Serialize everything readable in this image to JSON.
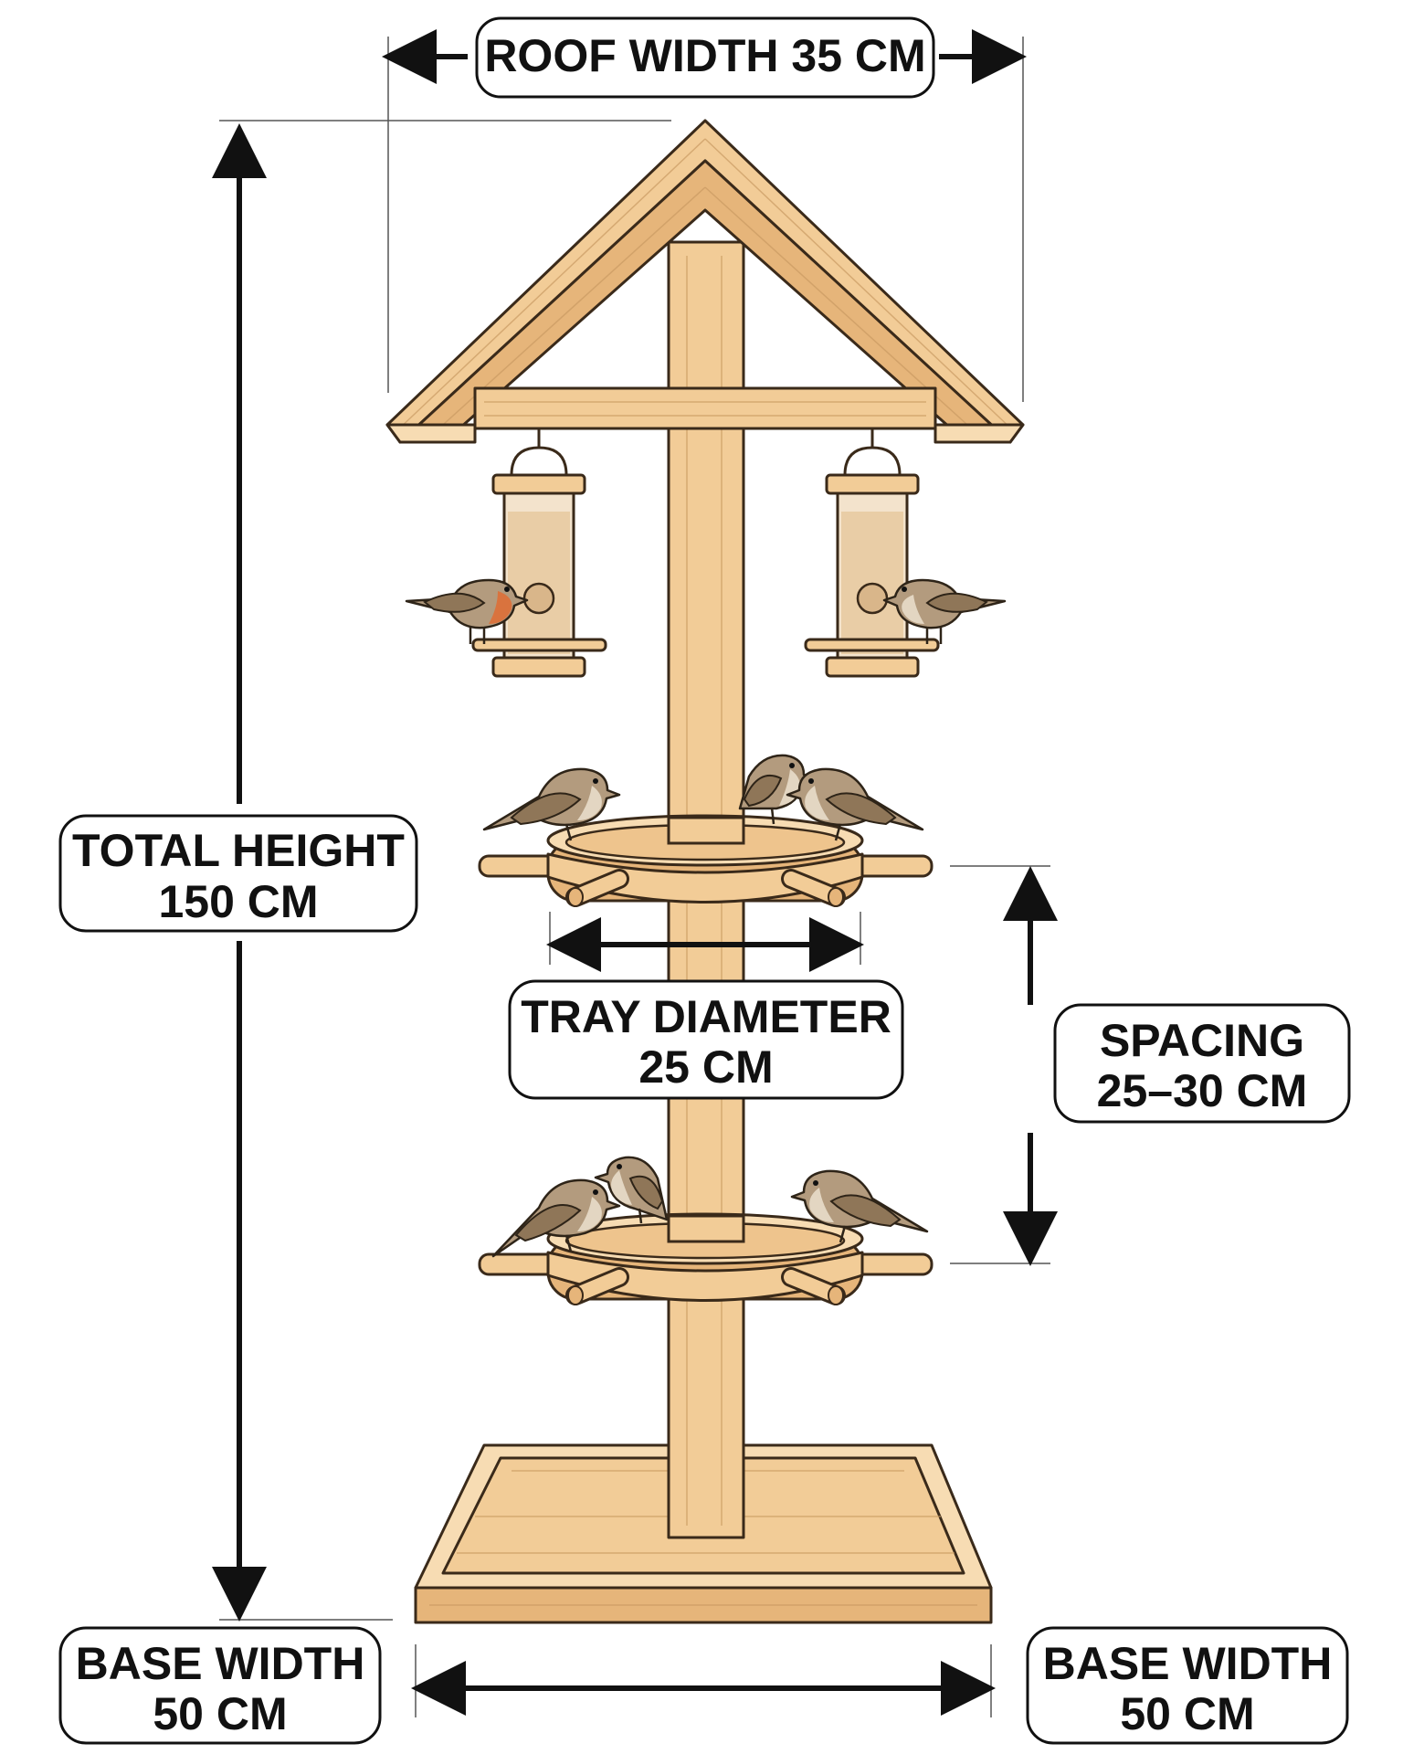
{
  "labels": {
    "roof_width": "ROOF WIDTH 35 CM",
    "total_height_line1": "TOTAL HEIGHT",
    "total_height_line2": "150 CM",
    "tray_diameter_line1": "TRAY DIAMETER",
    "tray_diameter_line2": "25 CM",
    "spacing_line1": "SPACING",
    "spacing_line2": "25–30 CM",
    "base_width_left_line1": "BASE WIDTH",
    "base_width_left_line2": "50 CM",
    "base_width_right_line1": "BASE WIDTH",
    "base_width_right_line2": "50 CM"
  },
  "colors": {
    "wood": "#f2cc97",
    "wood_dark": "#e6b57a",
    "outline": "#3a2a1a",
    "label_stroke": "#111111",
    "bird": "#b39b7e",
    "robin_breast": "#d9733e"
  },
  "parts": [
    "roof",
    "post",
    "hanging-feeder-left",
    "hanging-feeder-right",
    "upper-tray",
    "lower-tray",
    "base-tray",
    "birds"
  ]
}
